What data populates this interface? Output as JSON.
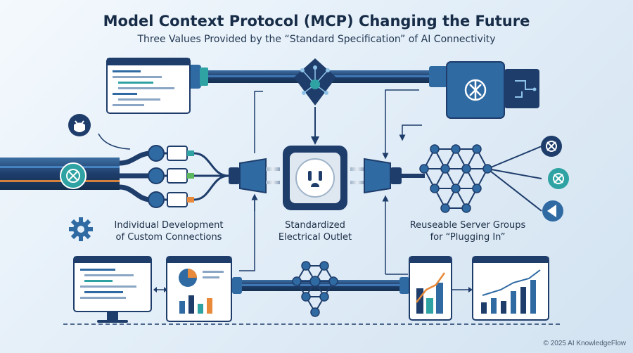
{
  "title": "Model Context Protocol (MCP) Changing the Future",
  "subtitle": "Three Values Provided by the “Standard Specification” of AI Connectivity",
  "labels": {
    "left": [
      "Individual Development",
      "of Custom Connections"
    ],
    "center": [
      "Standardized",
      "Electrical Outlet"
    ],
    "right": [
      "Reuseable Server Groups",
      "for “Plugging In”"
    ]
  },
  "footer": "© 2025 AI KnowledgeFlow",
  "icons": [
    "github-icon",
    "gear-icon",
    "ai-knot-icon",
    "vscode-icon",
    "power-outlet-icon",
    "plug-icon",
    "network-hub-icon"
  ],
  "colors": {
    "navy": "#1e3d6b",
    "mid_blue": "#2f6aa3",
    "teal": "#2fa3a3",
    "orange": "#e88a3a",
    "green": "#5cb85c",
    "background": "#e3eef8"
  }
}
